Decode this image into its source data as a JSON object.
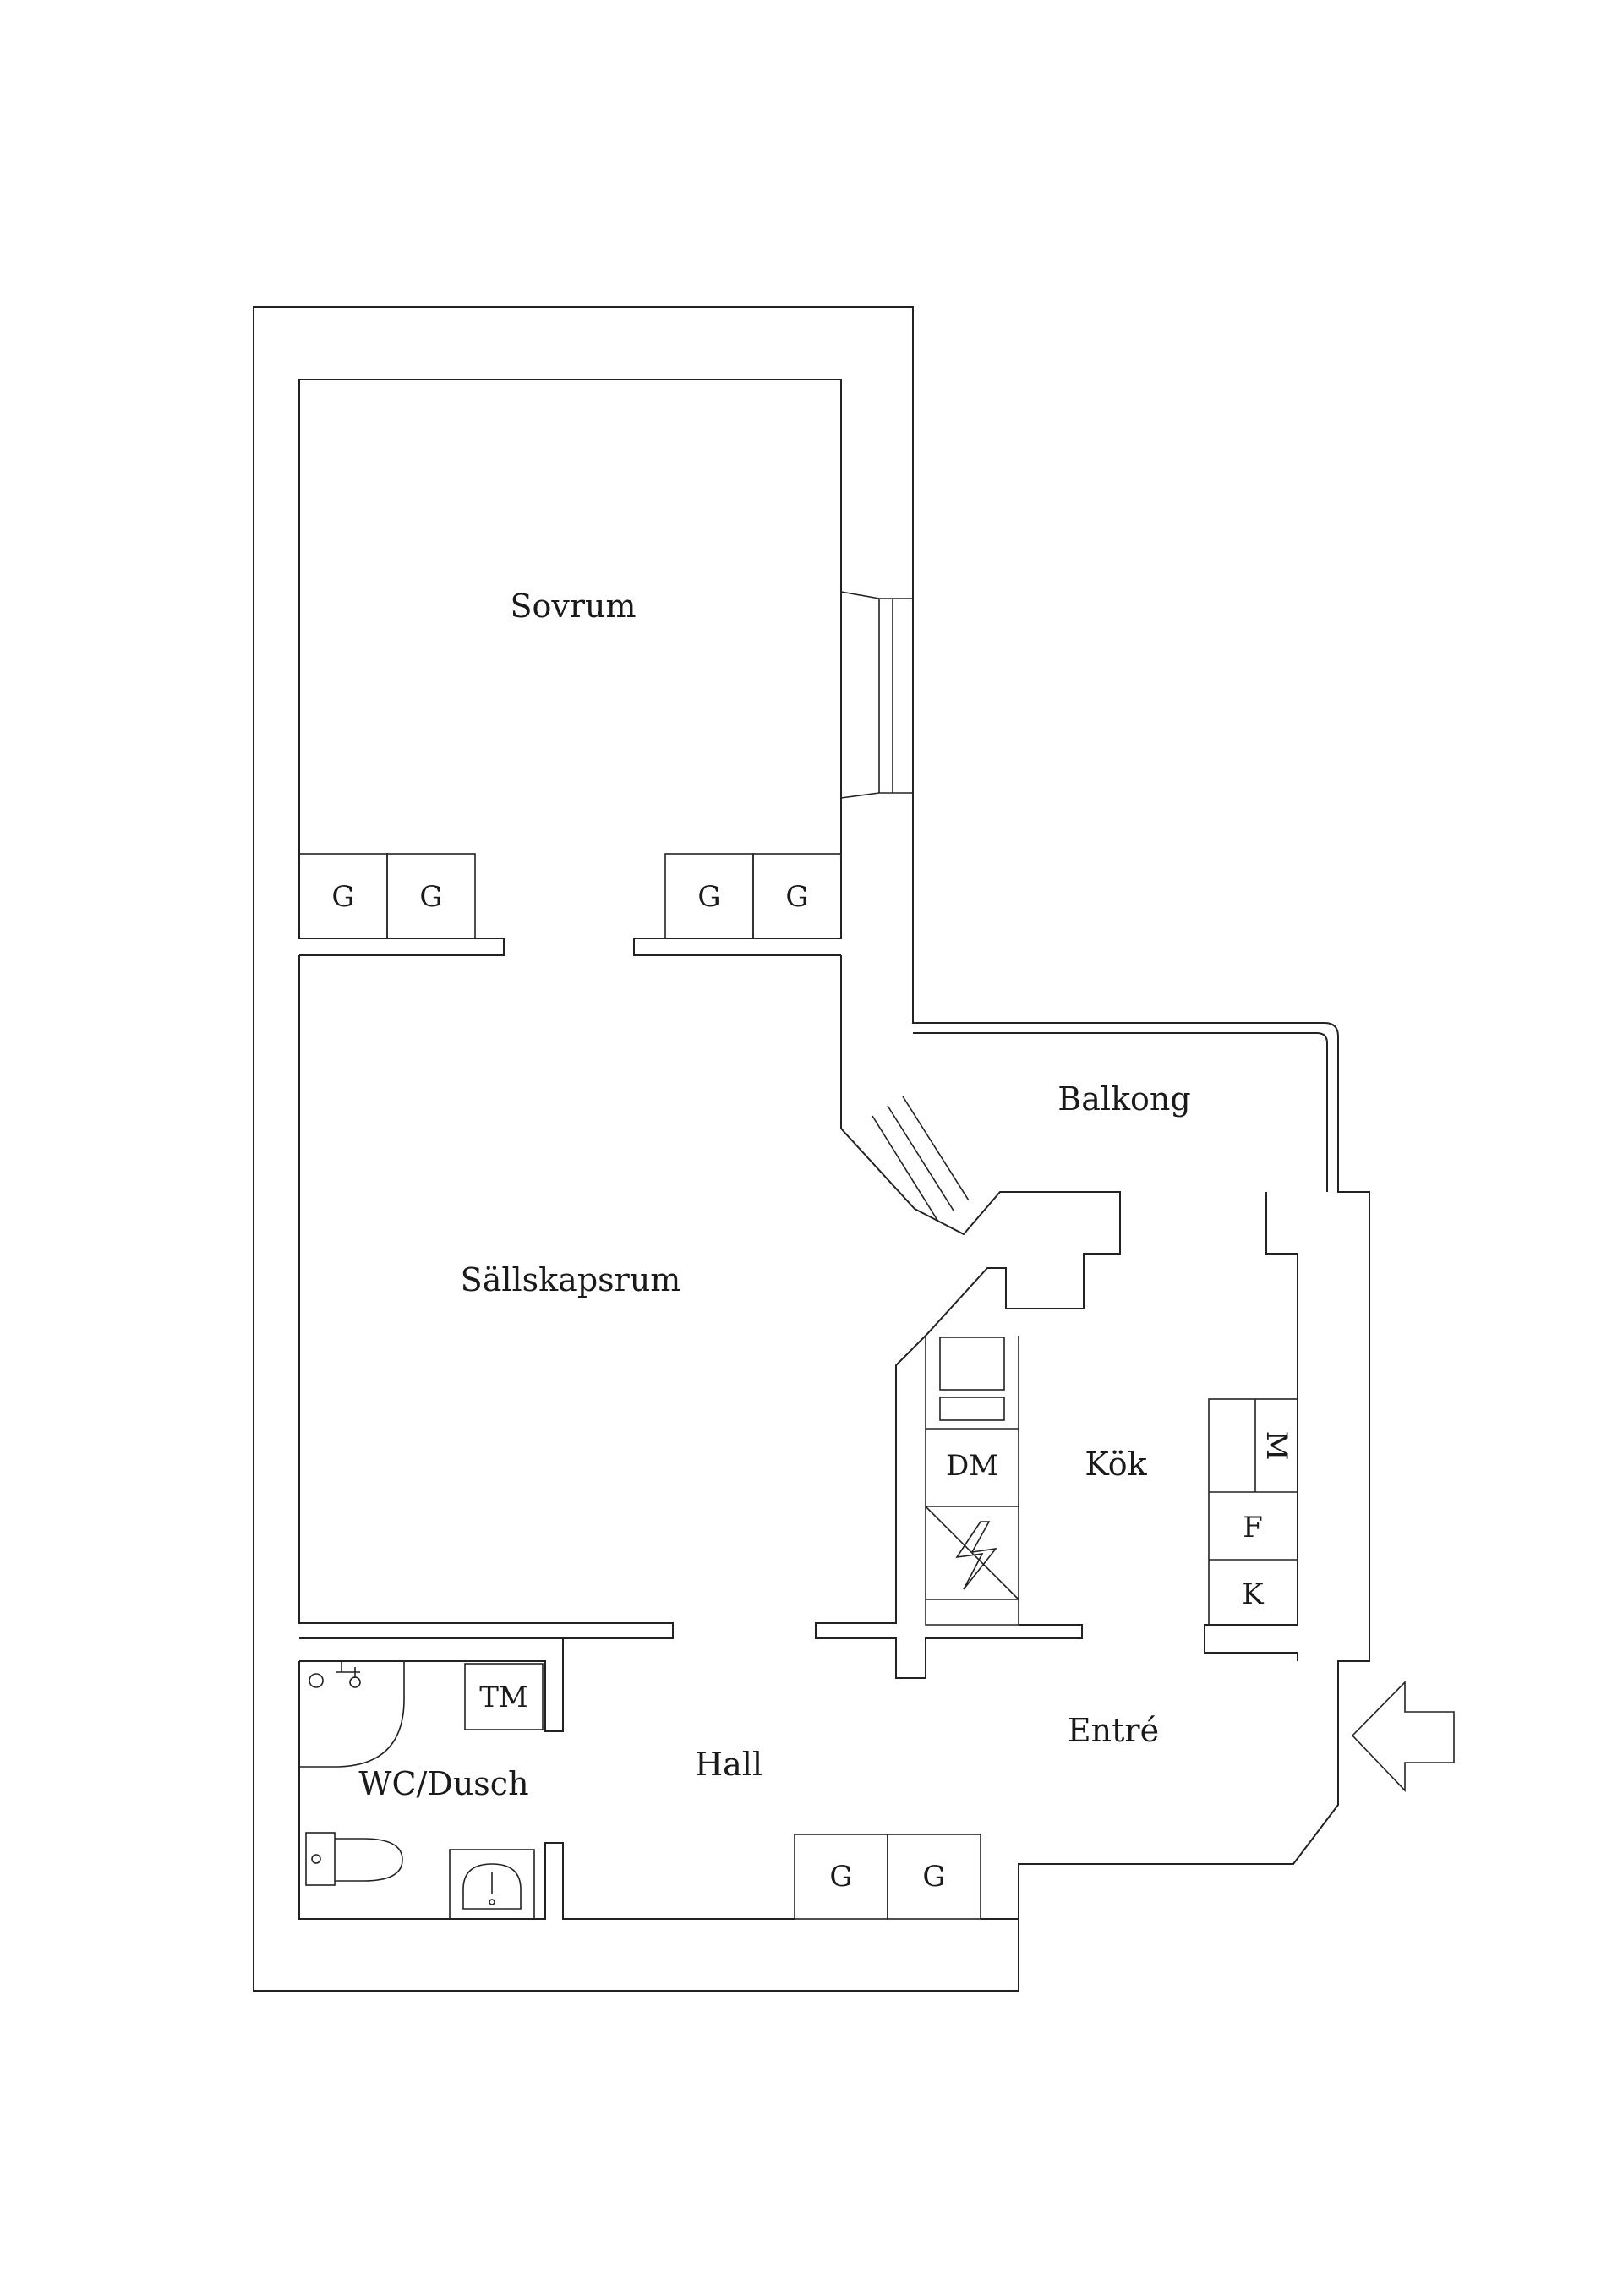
{
  "rooms": {
    "bedroom": "Sovrum",
    "living_room": "Sällskapsrum",
    "balcony": "Balkong",
    "kitchen": "Kök",
    "bathroom": "WC/Dusch",
    "hall": "Hall",
    "entrance": "Entré"
  },
  "fixtures": {
    "wardrobe": "G",
    "dishwasher": "DM",
    "microwave": "M",
    "freezer": "F",
    "fridge": "K",
    "washing_machine": "TM"
  }
}
